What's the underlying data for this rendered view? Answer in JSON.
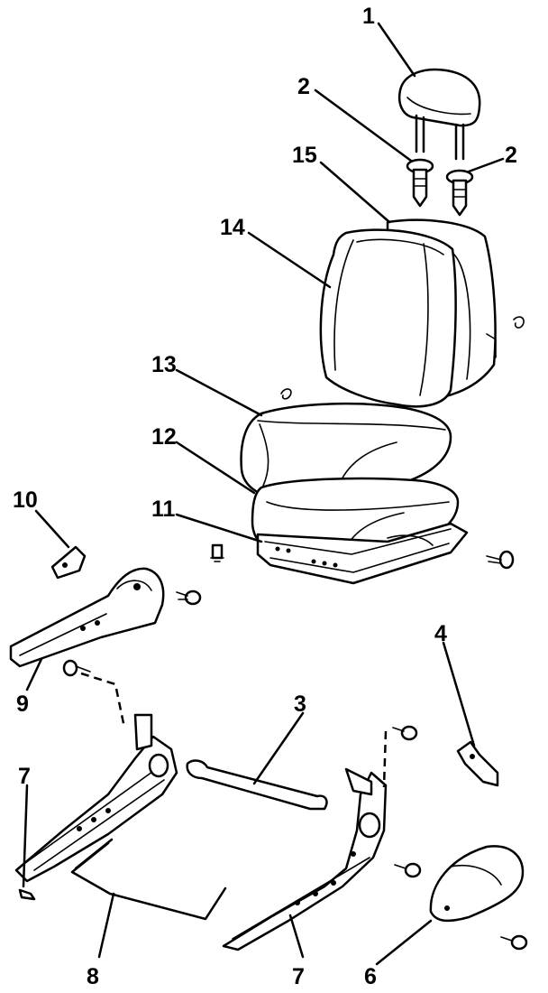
{
  "diagram": {
    "callouts": [
      {
        "id": "c1",
        "text": "1"
      },
      {
        "id": "c2a",
        "text": "2"
      },
      {
        "id": "c2b",
        "text": "2"
      },
      {
        "id": "c15",
        "text": "15"
      },
      {
        "id": "c14",
        "text": "14"
      },
      {
        "id": "c13",
        "text": "13"
      },
      {
        "id": "c12",
        "text": "12"
      },
      {
        "id": "c11",
        "text": "11"
      },
      {
        "id": "c10",
        "text": "10"
      },
      {
        "id": "c9",
        "text": "9"
      },
      {
        "id": "c4",
        "text": "4"
      },
      {
        "id": "c3",
        "text": "3"
      },
      {
        "id": "c7a",
        "text": "7"
      },
      {
        "id": "c8",
        "text": "8"
      },
      {
        "id": "c7b",
        "text": "7"
      },
      {
        "id": "c6",
        "text": "6"
      }
    ]
  }
}
